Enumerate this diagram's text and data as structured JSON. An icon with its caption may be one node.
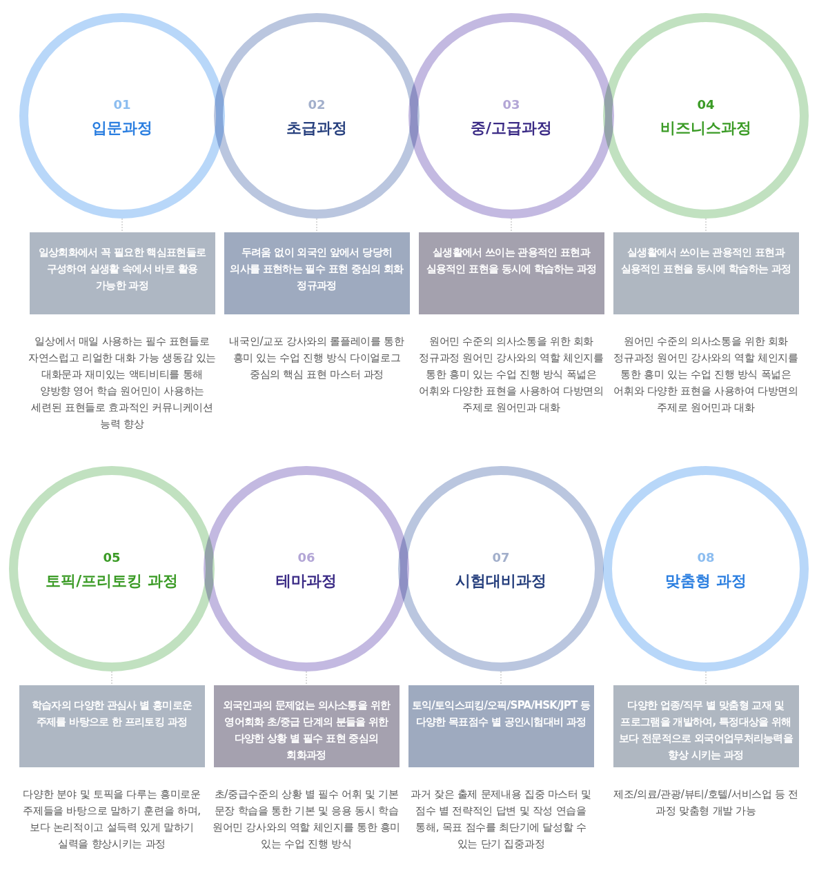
{
  "diagram": {
    "nodes": [
      {
        "text": [
          "01",
          "입문과정"
        ]
      },
      {
        "text": [
          "일상회화에서 꼭 필요한 핵심표현들로 구성하여 실생활 속에서 바로 활용 가능한 과정"
        ],
        "beside": [
          "일상에서 매일 사용하는 필수 표현들로 자연스럽고 리얼한 대화 가능 생동감 있는 대화문과 재미있는 액티비티를 통해 양방향 영어 학습 원어민이 사용하는 세련된 표현들로 효과적인 커뮤니케이션 능력 향상"
        ]
      },
      {
        "text": [
          "02",
          "초급과정"
        ]
      },
      {
        "text": [
          "두려움 없이 외국인 앞에서 당당히 의사를 표현하는 필수 표현 중심의 회화 정규과정"
        ],
        "beside": [
          "내국인/교포 강사와의 롤플레이를 통한 흥미 있는 수업 진행 방식 다이얼로그 중심의 핵심 표현 마스터 과정"
        ]
      },
      {
        "text": [
          "03",
          "중/고급과정"
        ]
      },
      {
        "text": [
          "실생활에서 쓰이는 관용적인 표현과 실용적인 표현을 동시에 학습하는 과정"
        ],
        "beside": [
          "원어민 수준의 의사소통을 위한 회화 정규과정 원어민 강사와의 역할 체인지를 통한 흥미 있는 수업 진행 방식 폭넓은 어휘와 다양한 표현을 사용하여 다방면의 주제로 원어민과 대화"
        ]
      },
      {
        "text": [
          "04",
          "비즈니스과정"
        ]
      },
      {
        "text": [
          "실생활에서 쓰이는 관용적인 표현과 실용적인 표현을 동시에 학습하는 과정"
        ],
        "beside": [
          "원어민 수준의 의사소통을 위한 회화 정규과정 원어민 강사와의 역할 체인지를 통한 흥미 있는 수업 진행 방식 폭넓은 어휘와 다양한 표현을 사용하여 다방면의 주제로 원어민과 대화"
        ]
      },
      {
        "text": [
          "05",
          "토픽/프리토킹 과정"
        ]
      },
      {
        "text": [
          "학습자의 다양한 관심사 별 흥미로운 주제를 바탕으로 한 프리토킹 과정"
        ],
        "beside": [
          "다양한 분야 및 토픽을 다루는 흥미로운 주제들을 바탕으로 말하기 훈련을 하며, 보다 논리적이고 설득력 있게 말하기 실력을 향상시키는 과정"
        ]
      },
      {
        "text": [
          "06",
          "테마과정"
        ]
      },
      {
        "text": [
          "외국인과의 문제없는 의사소통을 위한 영어회화 초/중급 단계의 분들을 위한 다양한 상황 별 필수 표현 중심의 회화과정"
        ],
        "beside": [
          "초/중급수준의 상황 별 필수 어휘 및 기본 문장 학습을 통한 기본 및 응용 동시 학습 원어민 강사와의 역할 체인지를 통한 흥미 있는 수업 진행 방식"
        ]
      },
      {
        "text": [
          "07",
          "시험대비과정"
        ]
      },
      {
        "text": [
          "토익/토익스피킹/오픽/SPA/HSK/JPT 등 다양한 목표점수 별 공인시험대비 과정"
        ],
        "beside": [
          "과거 잦은 출제 문제내용 집중 마스터 및 점수 별 전략적인 답변 및 작성 연습을 통해, 목표 점수를 최단기에 달성할 수 있는 단기 집중과정"
        ]
      },
      {
        "text": [
          "08",
          "맞춤형 과정"
        ]
      },
      {
        "text": [
          "다양한 업종/직무 별 맞춤형 교재 및 프로그램을 개발하여, 특정대상을 위해 보다 전문적으로 외국어업무처리능력을 향상 시키는 과정"
        ],
        "beside": [
          "제조/의료/관광/뷰티/호텔/서비스업 등 전 과정 맞춤형 개발 가능"
        ]
      }
    ],
    "edges": [
      {
        "from": 0,
        "to": 1,
        "arrow": "none",
        "style": "dashed"
      },
      {
        "from": 2,
        "to": 3,
        "arrow": "none",
        "style": "dashed"
      },
      {
        "from": 4,
        "to": 5,
        "arrow": "none",
        "style": "dashed"
      },
      {
        "from": 6,
        "to": 7,
        "arrow": "none",
        "style": "dashed"
      },
      {
        "from": 8,
        "to": 9,
        "arrow": "none",
        "style": "dashed"
      },
      {
        "from": 10,
        "to": 11,
        "arrow": "none",
        "style": "dashed"
      },
      {
        "from": 12,
        "to": 13,
        "arrow": "none",
        "style": "dashed"
      },
      {
        "from": 14,
        "to": 15,
        "arrow": "none",
        "style": "dashed"
      }
    ]
  }
}
